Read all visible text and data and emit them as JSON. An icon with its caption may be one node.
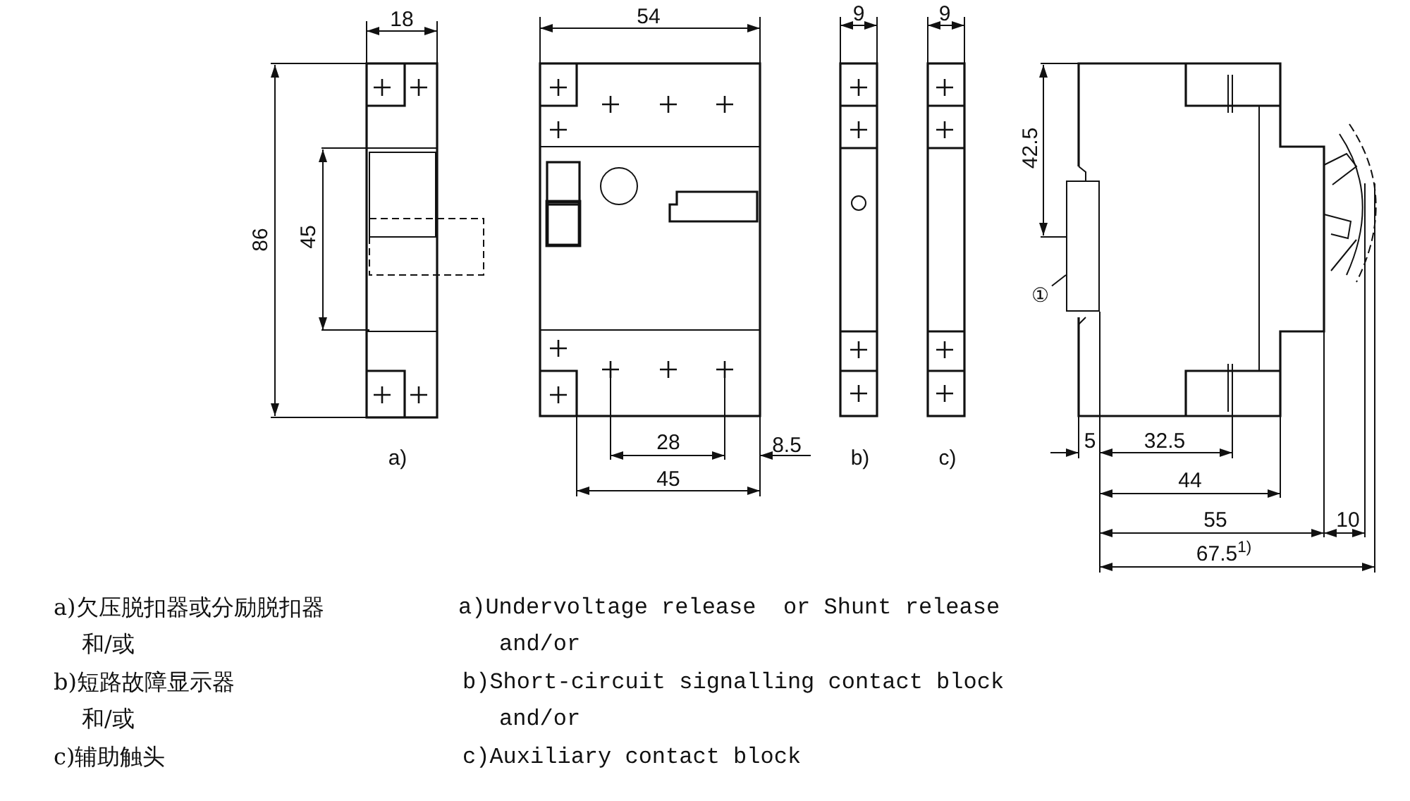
{
  "diagram": {
    "nodes": [
      {
        "text": [
          "①"
        ]
      },
      {
        "text": [],
        "shape": "box"
      }
    ],
    "edges": [
      {
        "from": 0,
        "to": 1,
        "arrow": "none"
      }
    ],
    "labels": [
      "18",
      "86",
      "45",
      "a)",
      "54",
      "28",
      "8.5",
      "45",
      "9",
      "b)",
      "9",
      "c)",
      "42.5",
      "5",
      "32.5",
      "44",
      "55",
      "10",
      "67.5$^{1)}$",
      "a)欠压脱扣器或分励脱扣器",
      "a)Undervoltage release  or Shunt release",
      "和/或",
      "and/or",
      "b)短路故障显示器",
      "b)Short-circuit signalling contact block",
      "和/或",
      "and/or",
      "c)辅助触头",
      "c)Auxiliary contact block"
    ]
  }
}
